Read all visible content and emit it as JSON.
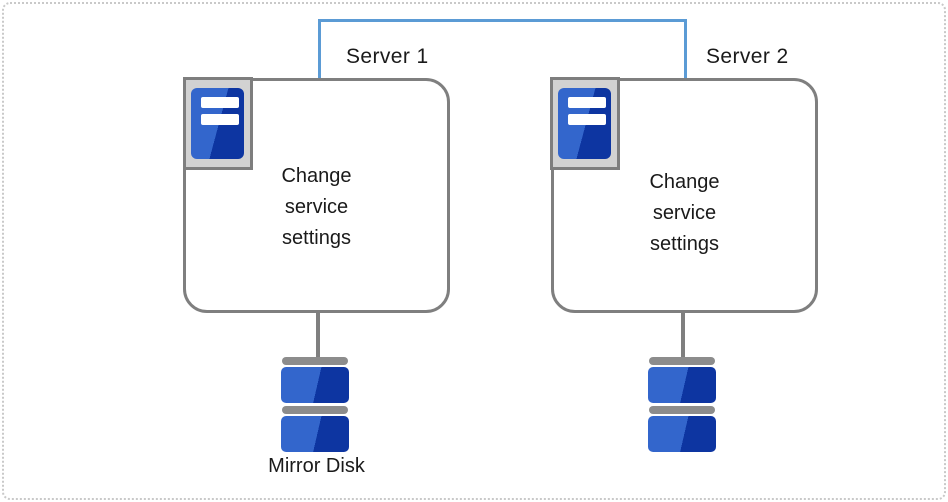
{
  "diagram": {
    "servers": [
      {
        "label": "Server 1",
        "service_text": "Change service settings"
      },
      {
        "label": "Server 2",
        "service_text": "Change service settings"
      }
    ],
    "mirror_disk": {
      "label": "Mirror Disk"
    },
    "icons": {
      "server_icon": "server-tower-icon",
      "disk_icon": "disk-stack-icon",
      "connector": "interconnect-line"
    },
    "colors": {
      "connector_blue": "#5B9BD5",
      "box_border_gray": "#7F7F7F",
      "disk_blue_light": "#3366CC",
      "disk_blue_dark": "#0D35A1",
      "disk_bar_gray": "#8C8C8C",
      "icon_plate_gray": "#D2D2D2",
      "frame_gray": "#C9C9C9",
      "text": "#1A1A1A"
    }
  }
}
